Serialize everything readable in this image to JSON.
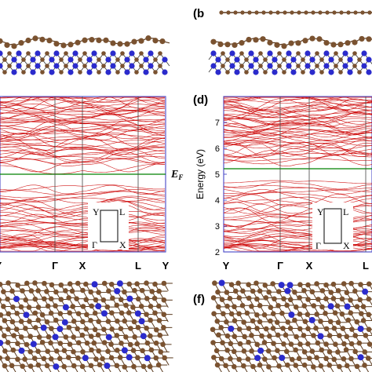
{
  "panels": {
    "b_label": "(b",
    "d_label": "(d)",
    "f_label": "(f)"
  },
  "fermi": {
    "label_E": "E",
    "label_sub": "F"
  },
  "chart_data": [
    {
      "type": "line",
      "panel": "c",
      "xlabel": "",
      "ylabel": "",
      "kpoints": [
        "Y",
        "Γ",
        "X",
        "L",
        "Y"
      ],
      "fermi_energy": 5.2,
      "ylim": [
        2,
        8
      ],
      "series_color": "#cc0000",
      "fermi_color": "#008000",
      "axis_color": "#5555cc",
      "inset_labels": [
        "Y",
        "L",
        "Γ",
        "X"
      ],
      "grid": false
    },
    {
      "type": "line",
      "panel": "d",
      "ylabel": "Energy (eV)",
      "yticks": [
        "2",
        "3",
        "4",
        "5",
        "6",
        "7"
      ],
      "kpoints": [
        "Y",
        "Γ",
        "X",
        "L"
      ],
      "fermi_energy": 5.2,
      "ylim": [
        2,
        8
      ],
      "series_color": "#cc0000",
      "fermi_color": "#008000",
      "axis_color": "#5555cc",
      "inset_labels": [
        "Y",
        "L",
        "Γ",
        "X"
      ],
      "grid": false
    }
  ],
  "atom_colors": {
    "carbon": "#7a5230",
    "nitrogen": "#2b2bcc"
  }
}
